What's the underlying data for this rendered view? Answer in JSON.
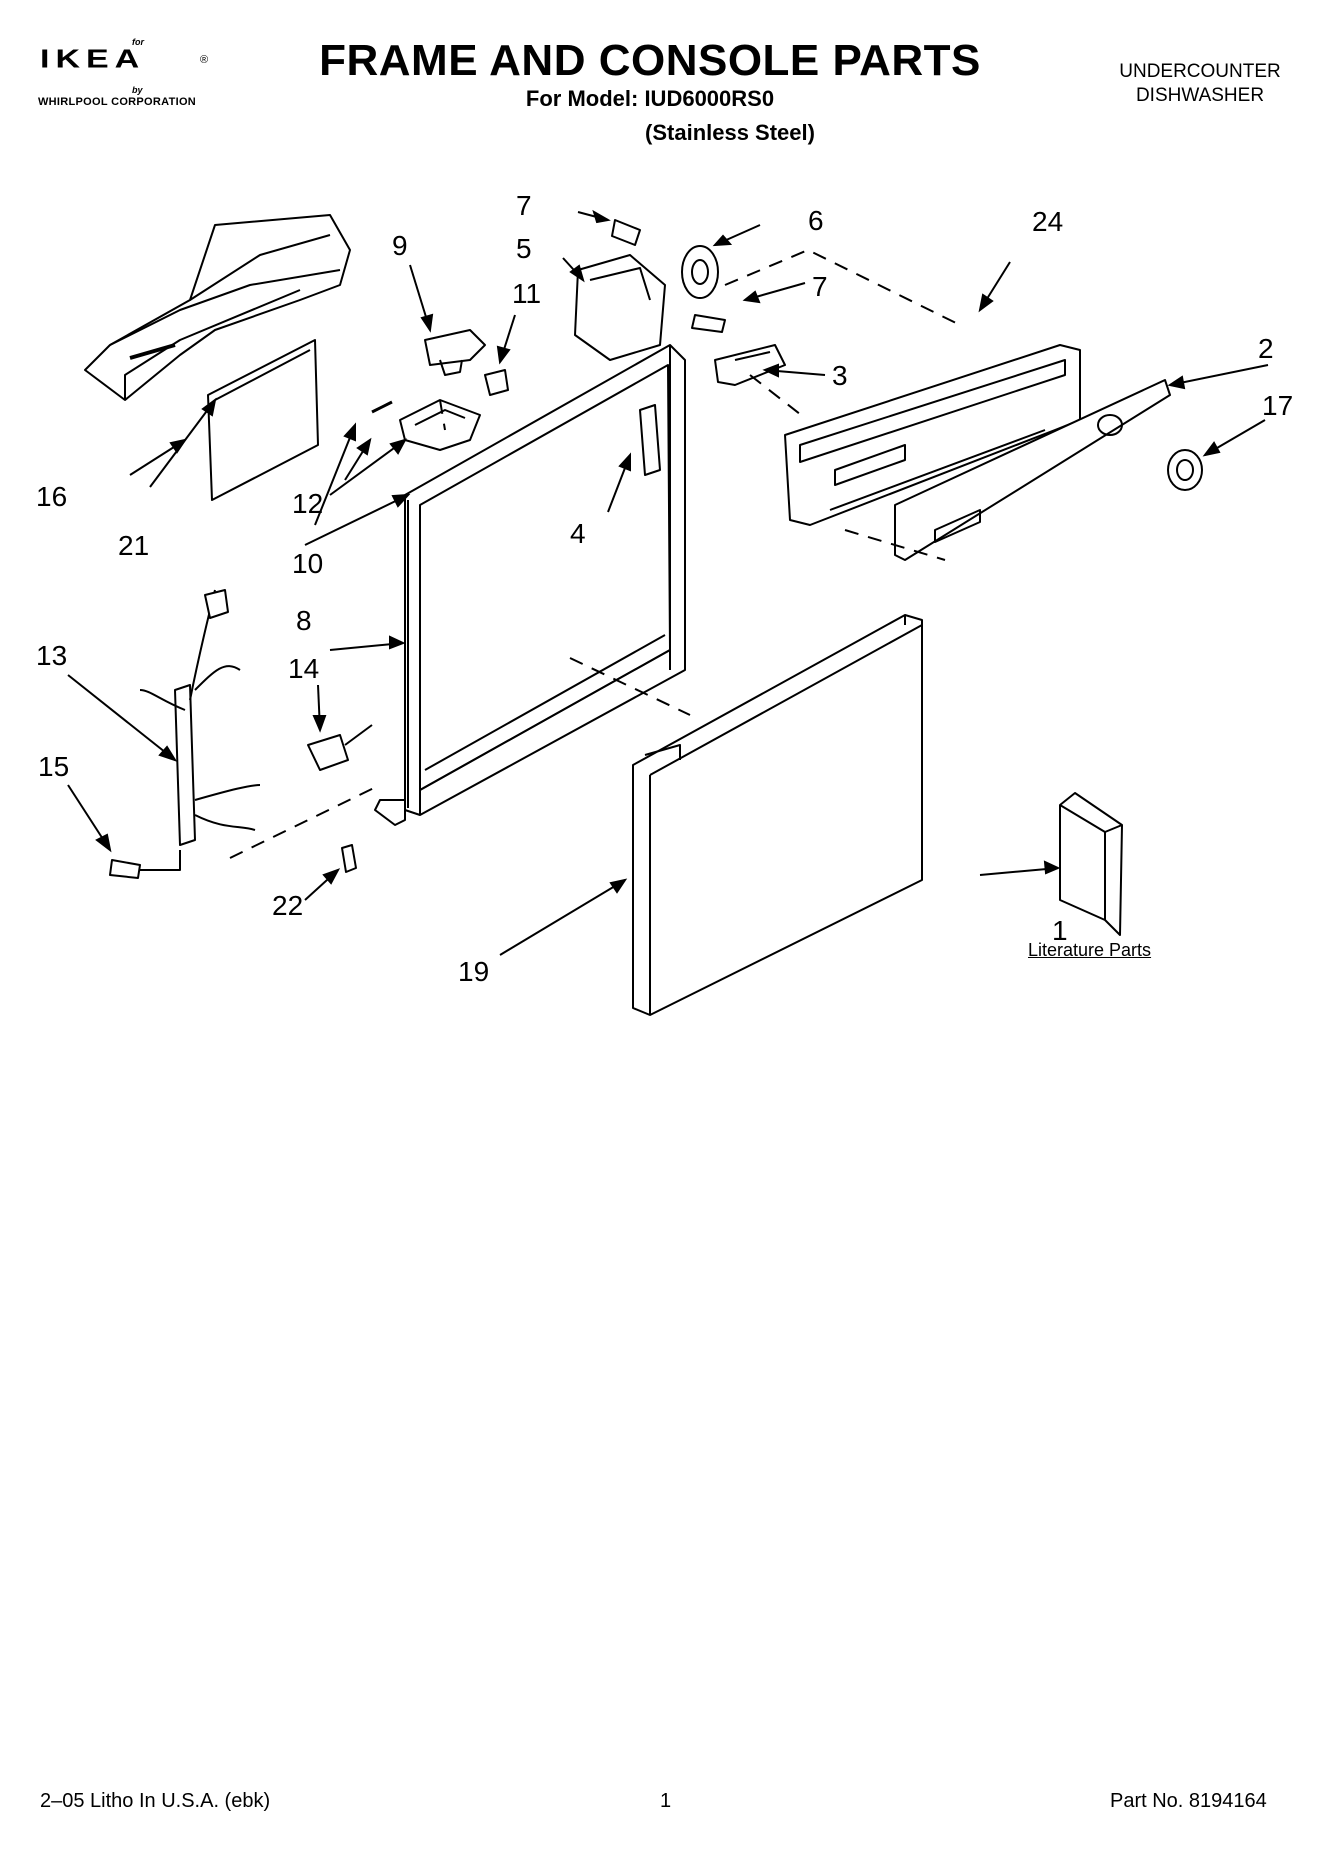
{
  "header": {
    "logo_for": "for",
    "logo_brand": "IKEA",
    "logo_registered": "®",
    "logo_by": "by",
    "logo_corp": "WHIRLPOOL CORPORATION",
    "title": "FRAME AND CONSOLE PARTS",
    "model": "For Model: IUD6000RS0",
    "variant": "(Stainless Steel)",
    "product_line1": "UNDERCOUNTER",
    "product_line2": "DISHWASHER"
  },
  "callouts": [
    "1",
    "2",
    "3",
    "4",
    "5",
    "6",
    "7",
    "7",
    "8",
    "9",
    "10",
    "11",
    "12",
    "13",
    "14",
    "15",
    "16",
    "17",
    "19",
    "21",
    "22",
    "24"
  ],
  "literature_label": "Literature Parts",
  "footer": {
    "left": "2–05 Litho In U.S.A. (ebk)",
    "center": "1",
    "right": "Part No. 8194164"
  }
}
